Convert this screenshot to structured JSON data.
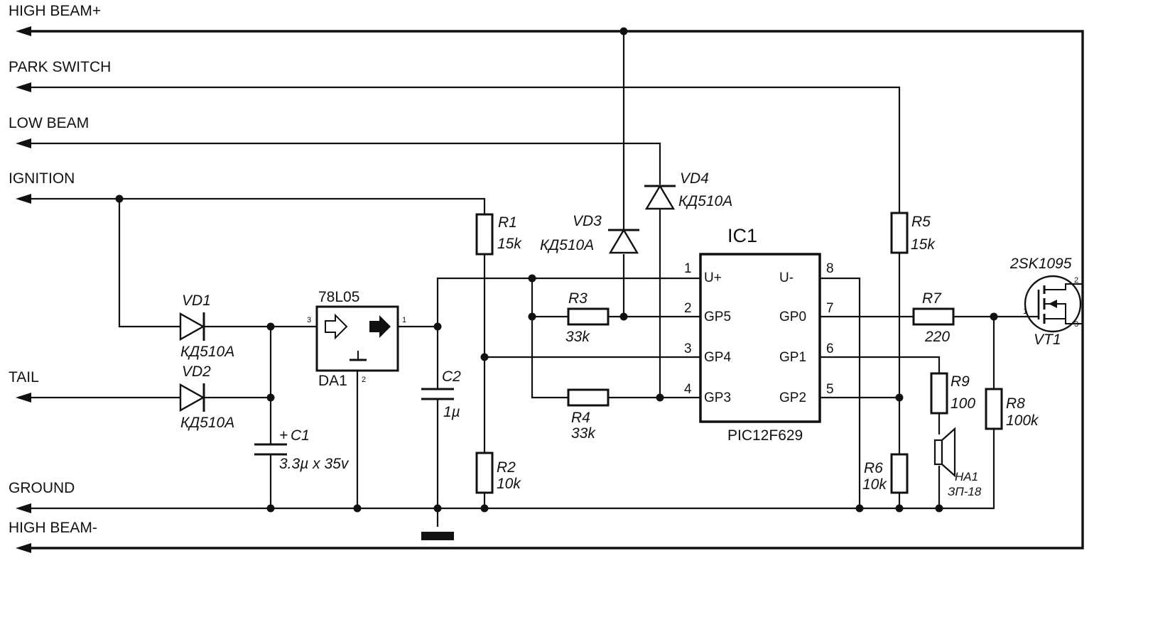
{
  "nets": {
    "high_beam_plus": "HIGH BEAM+",
    "park_switch": "PARK SWITCH",
    "low_beam": "LOW BEAM",
    "ignition": "IGNITION",
    "tail": "TAIL",
    "ground": "GROUND",
    "high_beam_minus": "HIGH BEAM-"
  },
  "components": {
    "vd1": {
      "ref": "VD1",
      "part": "КД510А"
    },
    "vd2": {
      "ref": "VD2",
      "part": "КД510А"
    },
    "vd3": {
      "ref": "VD3",
      "part": "КД510А"
    },
    "vd4": {
      "ref": "VD4",
      "part": "КД510А"
    },
    "r1": {
      "ref": "R1",
      "value": "15k"
    },
    "r2": {
      "ref": "R2",
      "value": "10k"
    },
    "r3": {
      "ref": "R3",
      "value": "33k"
    },
    "r4": {
      "ref": "R4",
      "value": "33k"
    },
    "r5": {
      "ref": "R5",
      "value": "15k"
    },
    "r6": {
      "ref": "R6",
      "value": "10k"
    },
    "r7": {
      "ref": "R7",
      "value": "220"
    },
    "r8": {
      "ref": "R8",
      "value": "100k"
    },
    "r9": {
      "ref": "R9",
      "value": "100"
    },
    "c1": {
      "ref": "C1",
      "value": "3.3µ x 35v",
      "polarity": "+"
    },
    "c2": {
      "ref": "C2",
      "value": "1µ"
    },
    "da1": {
      "ref": "DA1",
      "part": "78L05",
      "pin_in": "3",
      "pin_gnd": "2",
      "pin_out": "1"
    },
    "ic1": {
      "ref": "IC1",
      "part": "PIC12F629",
      "pins": [
        {
          "num": "1",
          "name": "U+"
        },
        {
          "num": "2",
          "name": "GP5"
        },
        {
          "num": "3",
          "name": "GP4"
        },
        {
          "num": "4",
          "name": "GP3"
        },
        {
          "num": "8",
          "name": "U-"
        },
        {
          "num": "7",
          "name": "GP0"
        },
        {
          "num": "6",
          "name": "GP1"
        },
        {
          "num": "5",
          "name": "GP2"
        }
      ]
    },
    "vt1": {
      "ref": "VT1",
      "part": "2SK1095",
      "pin_g": "1",
      "pin_d": "2",
      "pin_s": "3"
    },
    "ha1": {
      "ref": "HA1",
      "part": "ЗП-18"
    }
  }
}
